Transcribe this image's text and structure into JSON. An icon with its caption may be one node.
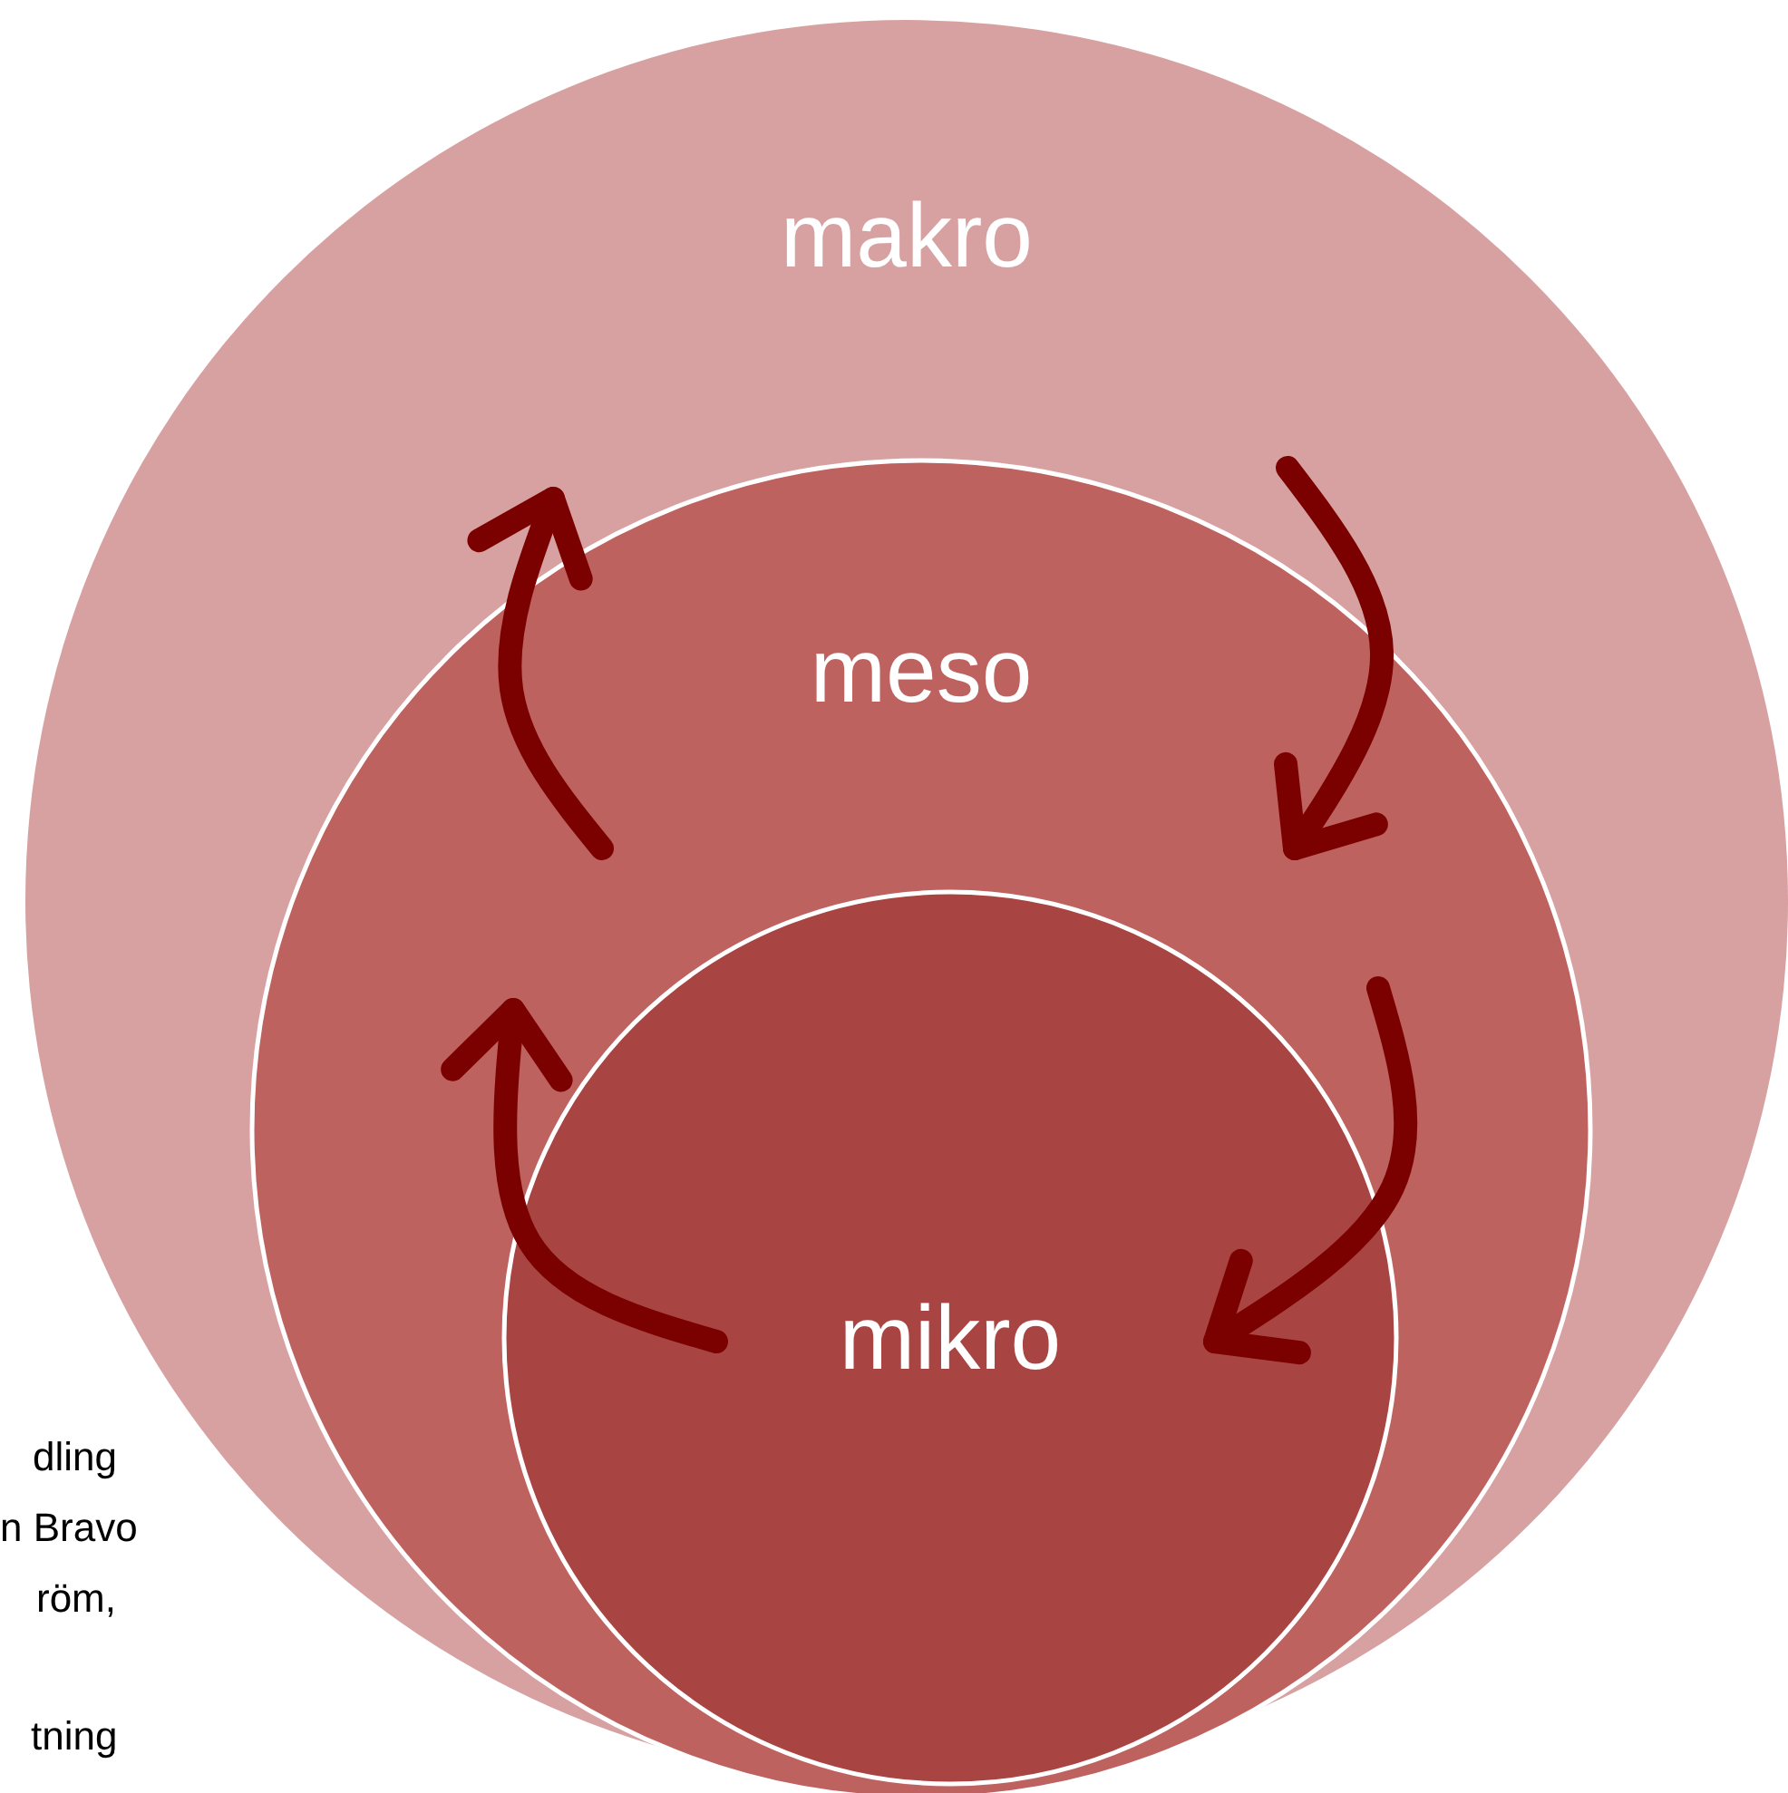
{
  "diagram": {
    "nodes": [
      {
        "text": [
          "makro"
        ]
      },
      {
        "text": [
          "meso"
        ],
        "in": 0
      },
      {
        "text": [
          "mikro"
        ],
        "in": 1
      }
    ],
    "labels": [
      "dling",
      "n Bravo",
      "röm,",
      "tning"
    ]
  }
}
